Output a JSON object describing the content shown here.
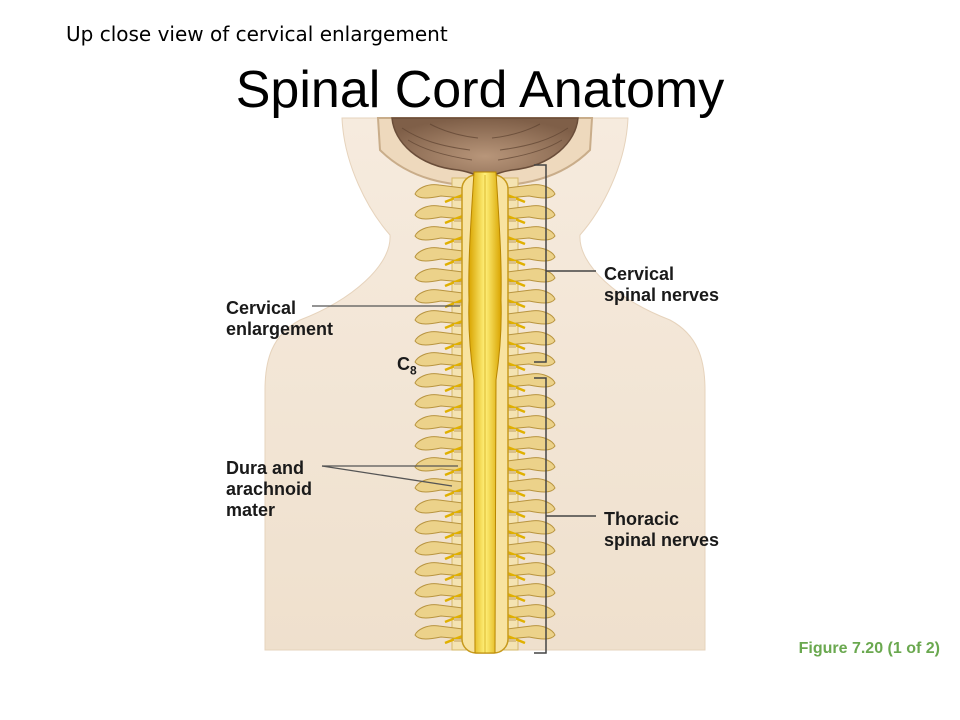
{
  "slide": {
    "subtitle": "Up close view of cervical enlargement",
    "title": "Spinal Cord Anatomy",
    "figure_ref": "Figure 7.20 (1 of 2)"
  },
  "figure": {
    "labels": {
      "cervical_nerves_line1": "Cervical",
      "cervical_nerves_line2": "spinal nerves",
      "cervical_enlargement_line1": "Cervical",
      "cervical_enlargement_line2": "enlargement",
      "c8_main": "C",
      "c8_sub": "8",
      "dura_line1": "Dura and",
      "dura_line2": "arachnoid",
      "dura_line3": "mater",
      "thoracic_nerves_line1": "Thoracic",
      "thoracic_nerves_line2": "spinal nerves"
    },
    "colors": {
      "skin": "#f3e6d6",
      "spinal_cord": "#f2c200",
      "vertebra": "#ecd28a",
      "brain": "#9c7b63",
      "leader_lines": "#555555",
      "figure_ref": "#6aa84f"
    }
  }
}
